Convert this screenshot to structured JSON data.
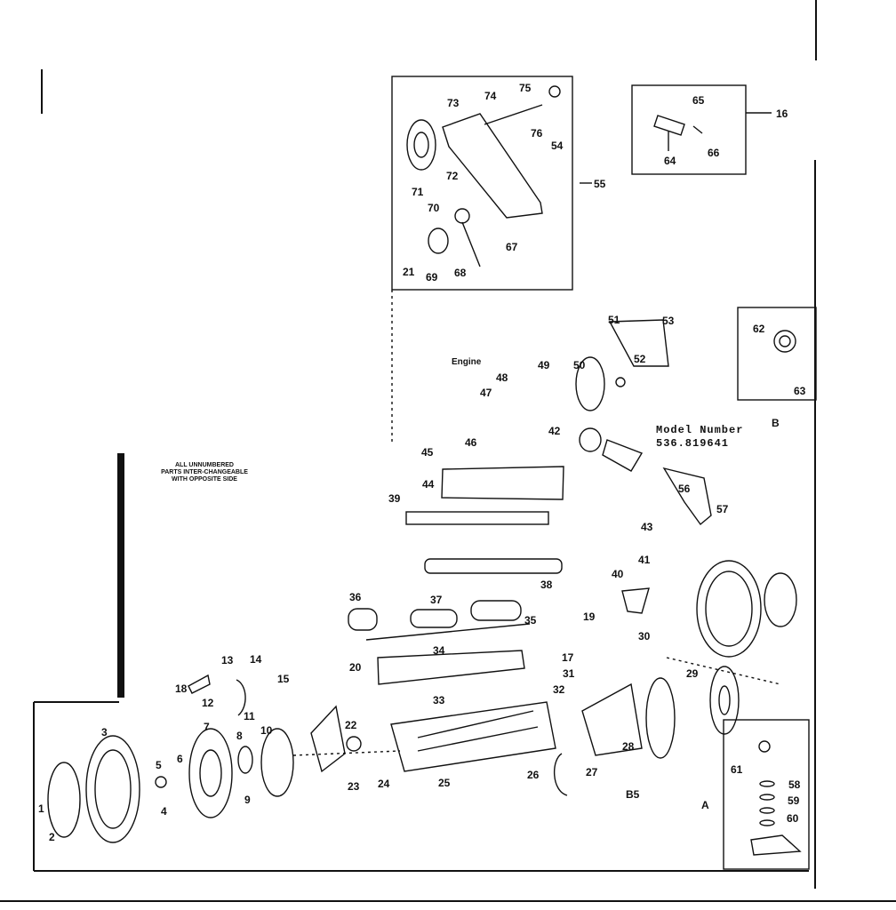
{
  "diagram": {
    "model_label": "Model Number",
    "model_number": "536.819641",
    "note": "ALL UNNUMBERED\nPARTS INTER-CHANGEABLE\nWITH OPPOSITE SIDE",
    "engine_label": "Engine",
    "view_a": "A",
    "view_b": "B",
    "page_code": "B5"
  },
  "callouts": [
    "1",
    "2",
    "3",
    "4",
    "5",
    "6",
    "7",
    "8",
    "9",
    "10",
    "11",
    "12",
    "13",
    "14",
    "15",
    "16",
    "17",
    "18",
    "19",
    "20",
    "21",
    "22",
    "23",
    "24",
    "25",
    "26",
    "27",
    "28",
    "29",
    "30",
    "31",
    "32",
    "33",
    "34",
    "35",
    "36",
    "37",
    "38",
    "39",
    "40",
    "41",
    "42",
    "43",
    "44",
    "45",
    "46",
    "47",
    "48",
    "49",
    "50",
    "51",
    "52",
    "53",
    "54",
    "55",
    "56",
    "57",
    "58",
    "59",
    "60",
    "61",
    "62",
    "63",
    "64",
    "65",
    "66",
    "67",
    "68",
    "69",
    "70",
    "71",
    "72",
    "73",
    "74",
    "75",
    "76"
  ]
}
